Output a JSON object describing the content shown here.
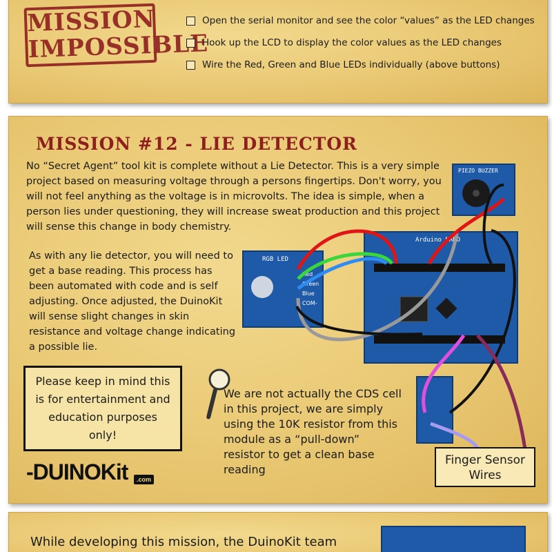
{
  "top_panel": {
    "stamp_line1": "MISSION",
    "stamp_line2": "IMPOSSIBLE",
    "checklist": [
      "Open the serial monitor and see the color “values” as the LED changes",
      "Hook up the LCD to display the color values as the LED changes",
      "Wire the Red, Green and Blue LEDs individually (above buttons)"
    ]
  },
  "main_panel": {
    "title": "MISSION #12 - LIE DETECTOR",
    "paragraph1": "No “Secret Agent” tool kit is complete without a Lie Detector.  This is a very simple project based on measuring voltage through a persons fingertips.  Don't worry, you will not feel anything as the voltage is in microvolts.  The idea is simple, when a person lies under questioning, they will increase sweat production and this project will sense this change in body chemistry.",
    "paragraph2": "As with any lie detector, you will need to get a base reading.  This process has been automated with code and is self adjusting.  Once adjusted, the DuinoKit will sense slight changes in skin resistance and voltage change indicating a possible lie.",
    "notice": "Please keep in mind this is for entertainment and education purposes only!",
    "cds_note": "We are not actually the CDS cell in this project, we are simply using the 10K resistor from this module as a “pull-down” resistor to get a clean base reading",
    "logo_text": "-DUINOKit",
    "logo_tag": ".com",
    "finger_sensor_label": "Finger Sensor Wires",
    "rgb_module_label": "RGB LED",
    "rgb_pins": [
      "Red",
      "Green",
      "Blue",
      "COM-"
    ],
    "piezo_label": "PIEZO BUZZER",
    "arduino_label": "Arduino NANO"
  },
  "bottom_panel": {
    "paragraph": "While developing this mission, the DuinoKit team"
  },
  "colors": {
    "paper": "#e9c873",
    "title_red": "#8e1f1f",
    "board_blue": "#1e5aa8",
    "wire_red": "#e01515",
    "wire_green": "#3bd63b",
    "wire_blue": "#2f8df2",
    "wire_gray": "#9a9a9a",
    "wire_black": "#111111",
    "wire_pink": "#e24fe0",
    "wire_lavender": "#a79bf0",
    "wire_maroon": "#8a2a5a"
  }
}
